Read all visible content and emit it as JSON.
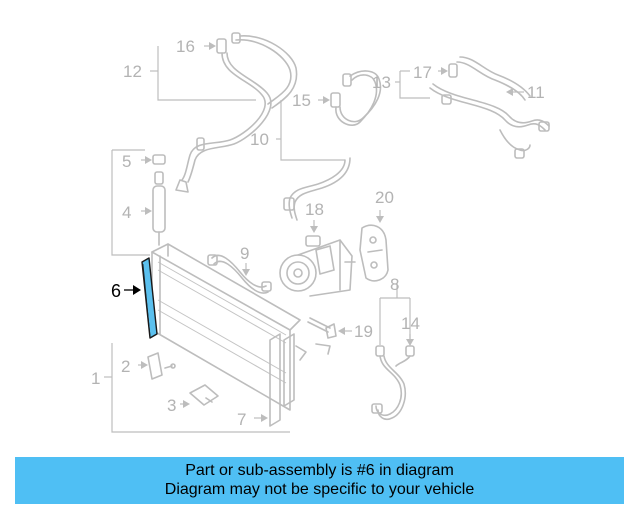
{
  "diagram": {
    "callouts": {
      "c1": "1",
      "c2": "2",
      "c3": "3",
      "c4": "4",
      "c5": "5",
      "c6": "6",
      "c7": "7",
      "c8": "8",
      "c9": "9",
      "c10": "10",
      "c11": "11",
      "c12": "12",
      "c13": "13",
      "c14": "14",
      "c15": "15",
      "c16": "16",
      "c17": "17",
      "c18": "18",
      "c19": "19",
      "c20": "20"
    },
    "highlighted_part": "6",
    "highlight_color": "#5bc0ee",
    "line_color": "#bdbdbd"
  },
  "banner": {
    "line1": "Part or sub-assembly is #6 in diagram",
    "line2": "Diagram may not be specific to your vehicle",
    "background": "#4fbff4"
  }
}
